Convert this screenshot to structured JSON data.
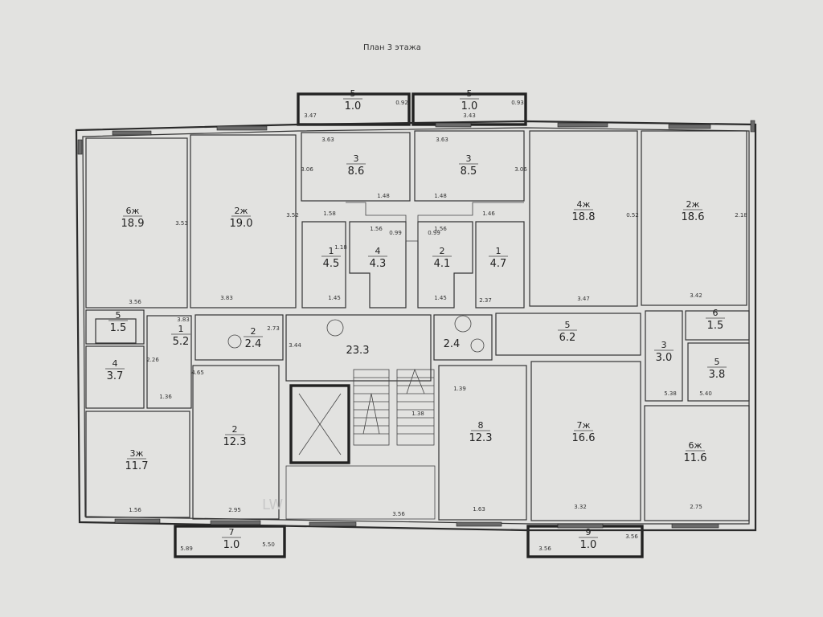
{
  "title": "План 3 этажа",
  "watermark": "LW",
  "rooms": [
    {
      "id": "balcony-top-left",
      "num": "5",
      "area": "1.0"
    },
    {
      "id": "balcony-top-right",
      "num": "5",
      "area": "1.0"
    },
    {
      "id": "r-left-top",
      "num": "6ж",
      "area": "18.9"
    },
    {
      "id": "r-second-top",
      "num": "2ж",
      "area": "19.0"
    },
    {
      "id": "r-kitchen-left",
      "num": "3",
      "area": "8.6"
    },
    {
      "id": "r-kitchen-right",
      "num": "3",
      "area": "8.5"
    },
    {
      "id": "r-right-a",
      "num": "4ж",
      "area": "18.8"
    },
    {
      "id": "r-right-b",
      "num": "2ж",
      "area": "18.6"
    },
    {
      "id": "r-small-1",
      "num": "1",
      "area": "4.5"
    },
    {
      "id": "r-small-2",
      "num": "4",
      "area": "4.3"
    },
    {
      "id": "r-small-3",
      "num": "2",
      "area": "4.1"
    },
    {
      "id": "r-small-4",
      "num": "1",
      "area": "4.7"
    },
    {
      "id": "r-left-5",
      "num": "5",
      "area": "1.5"
    },
    {
      "id": "r-hall-left",
      "num": "1",
      "area": "5.2"
    },
    {
      "id": "r-bath-left",
      "num": "2",
      "area": "2.4"
    },
    {
      "id": "r-stair-hall",
      "num": "",
      "area": "23.3"
    },
    {
      "id": "r-bath-right",
      "num": "",
      "area": "2.4"
    },
    {
      "id": "r-hall-right",
      "num": "5",
      "area": "6.2"
    },
    {
      "id": "r-right-3",
      "num": "3",
      "area": "3.0"
    },
    {
      "id": "r-right-6",
      "num": "6",
      "area": "1.5"
    },
    {
      "id": "r-right-5",
      "num": "5",
      "area": "3.8"
    },
    {
      "id": "r-left-4",
      "num": "4",
      "area": "3.7"
    },
    {
      "id": "r-left-bottom",
      "num": "3ж",
      "area": "11.7"
    },
    {
      "id": "r-second-bottom",
      "num": "2",
      "area": "12.3"
    },
    {
      "id": "r-mid-bottom",
      "num": "8",
      "area": "12.3"
    },
    {
      "id": "r-right-bottom-a",
      "num": "7ж",
      "area": "16.6"
    },
    {
      "id": "r-right-bottom-b",
      "num": "6ж",
      "area": "11.6"
    },
    {
      "id": "balcony-bottom-left",
      "num": "7",
      "area": "1.0"
    },
    {
      "id": "balcony-bottom-right",
      "num": "9",
      "area": "1.0"
    }
  ],
  "dims": [
    "3.47",
    "0.92",
    "3.43",
    "0.93",
    "3.63",
    "3.63",
    "1.48",
    "1.48",
    "1.58",
    "1.56",
    "0.99",
    "0.99",
    "1.56",
    "1.46",
    "3.52",
    "3.53",
    "3.83",
    "3.47",
    "3.42",
    "3.56",
    "1.45",
    "1.45",
    "1.18",
    "2.37",
    "1.36",
    "2.26",
    "1.39",
    "1.38",
    "2.95",
    "1.56",
    "1.63",
    "3.32",
    "2.75",
    "3.56",
    "2.73",
    "3.44",
    "3.83",
    "4.65",
    "0.52",
    "2.18",
    "3.06",
    "3.06",
    "5.89",
    "5.50",
    "3.56",
    "3.56",
    "5.40",
    "5.38"
  ]
}
